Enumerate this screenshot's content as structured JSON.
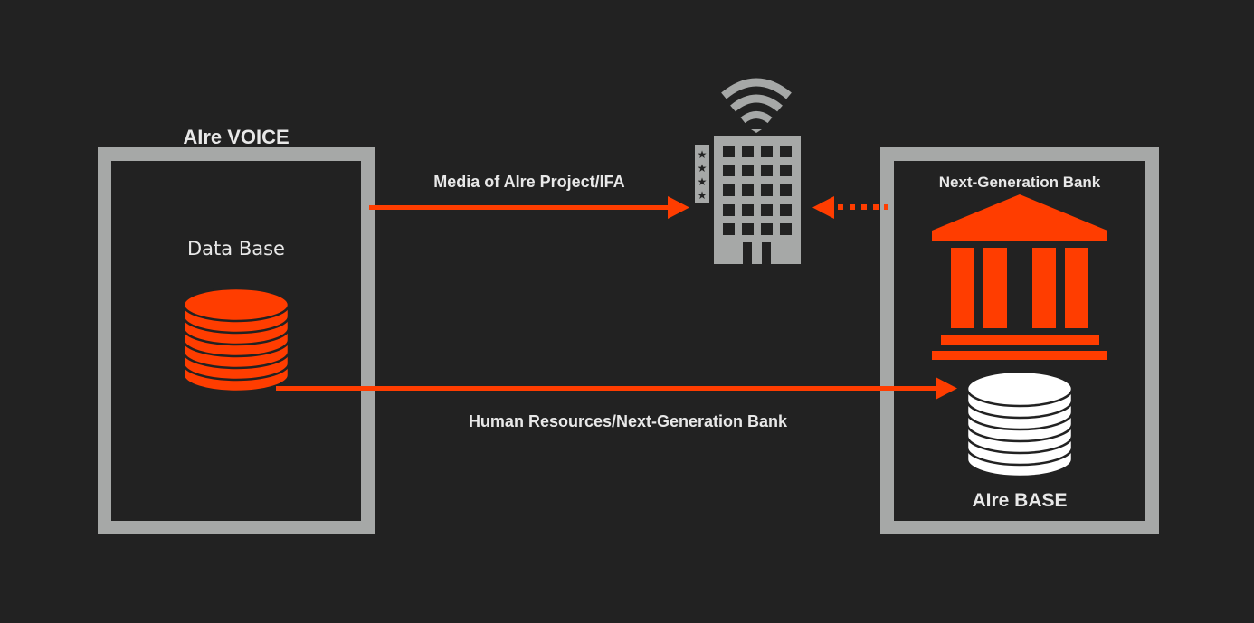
{
  "left_box": {
    "title": "AIre VOICE",
    "subtitle": "Data Base"
  },
  "right_box": {
    "title": "Next-Generation Bank",
    "subtitle": "AIre BASE"
  },
  "arrows": {
    "top_label": "Media of AIre Project/IFA",
    "bottom_label": "Human Resources/Next-Generation Bank"
  },
  "icons": {
    "building": "office-building-with-wifi-and-stars",
    "bank": "bank-institution",
    "database": "database-stack"
  },
  "colors": {
    "background": "#222222",
    "accent": "#ff3d00",
    "frame": "#a6a8a7",
    "white": "#ffffff"
  }
}
